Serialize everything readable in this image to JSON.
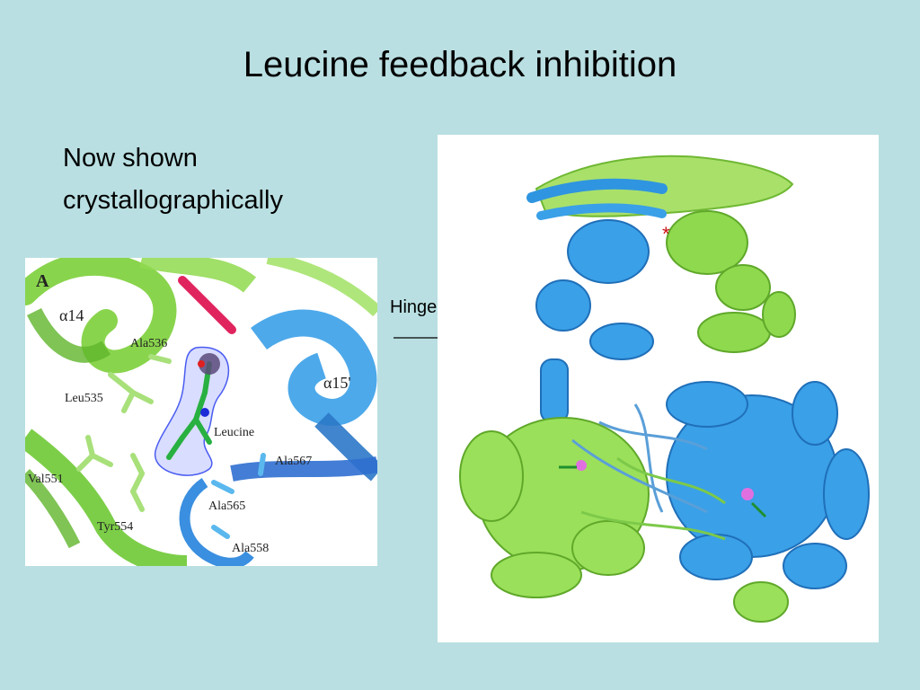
{
  "slide": {
    "title": "Leucine feedback inhibition",
    "bullets": [
      "Now shown",
      "crystallographically"
    ],
    "hinge_label": "Hinge ?"
  },
  "left_figure": {
    "panel_label": "A",
    "labels": {
      "alpha14": "α14",
      "alpha15": "α15'",
      "ala536": "Ala536",
      "leu535": "Leu535",
      "leucine": "Leucine",
      "ala567": "Ala567",
      "val551": "Val551",
      "ala565": "Ala565",
      "tyr554": "Tyr554",
      "ala558": "Ala558"
    }
  },
  "right_figure": {
    "marker": "*"
  },
  "colors": {
    "background": "#b9dfe2",
    "green_chain": "#7ccf3a",
    "blue_chain": "#2f95e0",
    "density_mesh": "#4a5cf0",
    "marker": "#cc1111"
  }
}
